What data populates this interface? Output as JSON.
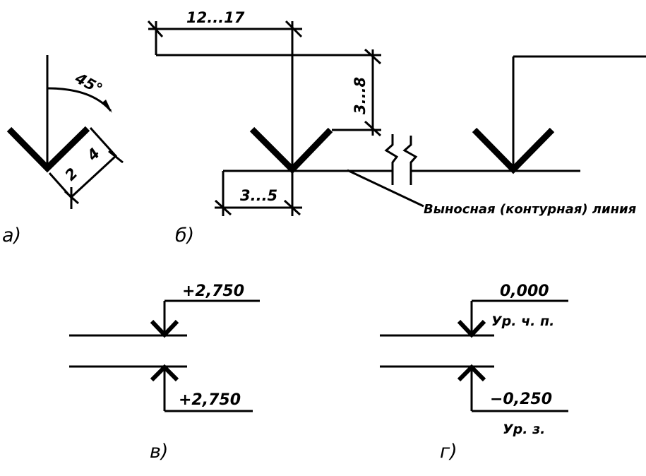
{
  "panels": {
    "a": {
      "caption": "а)",
      "angle": "45°",
      "dim_short": "2",
      "dim_long": "4"
    },
    "b": {
      "caption": "б)",
      "dim_top": "12...17",
      "dim_vertical": "3...8",
      "dim_bottom": "3...5",
      "leader_note": "Выносная (контурная) линия"
    },
    "v": {
      "caption": "в)",
      "mark_top": "+2,750",
      "mark_bottom": "+2,750"
    },
    "g": {
      "caption": "г)",
      "mark_top": "0,000",
      "label_top": "Ур. ч. п.",
      "mark_bottom": "−0,250",
      "label_bottom": "Ур. з."
    }
  }
}
